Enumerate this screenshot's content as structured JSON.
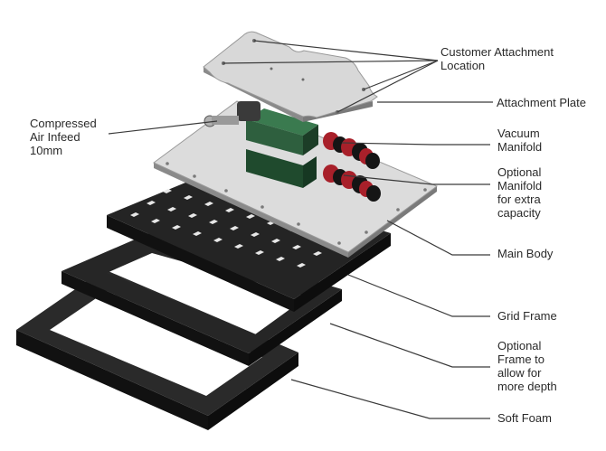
{
  "labels": {
    "customer_attachment_1": "Customer Attachment",
    "customer_attachment_2": "Location",
    "attachment_plate": "Attachment Plate",
    "compressed_air_1": "Compressed",
    "compressed_air_2": "Air Infeed",
    "compressed_air_3": "10mm",
    "vacuum_manifold_1": "Vacuum",
    "vacuum_manifold_2": "Manifold",
    "optional_manifold_1": "Optional",
    "optional_manifold_2": "Manifold",
    "optional_manifold_3": "for extra",
    "optional_manifold_4": "capacity",
    "main_body": "Main Body",
    "grid_frame": "Grid Frame",
    "optional_frame_1": "Optional",
    "optional_frame_2": "Frame to",
    "optional_frame_3": "allow for",
    "optional_frame_4": "more depth",
    "soft_foam": "Soft Foam"
  },
  "colors": {
    "plate": "#dcdcdc",
    "plate_edge": "#9a9a9a",
    "frame": "#222222",
    "frame_side": "#111111",
    "manifold_block": "#2e5f3e",
    "manifold_dark": "#1c3d27",
    "fitting_red": "#a8202a",
    "fitting_black": "#151515",
    "leader_line": "#3a3a3a"
  }
}
